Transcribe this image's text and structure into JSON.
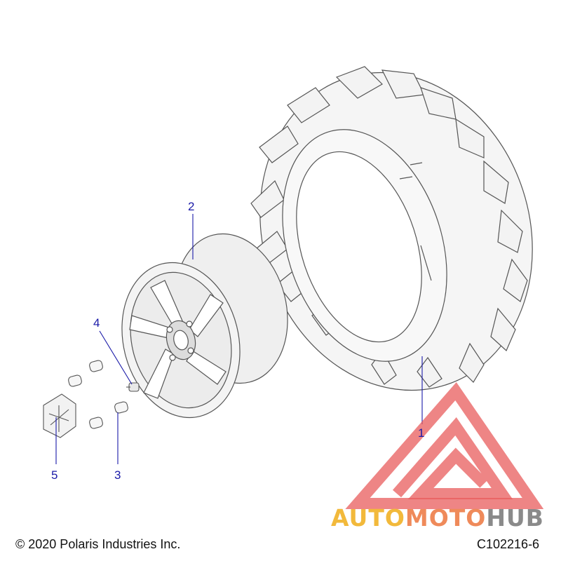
{
  "callouts": {
    "tire": "1",
    "wheel": "2",
    "lug_nut": "3",
    "valve_stem": "4",
    "center_cap": "5"
  },
  "footer": {
    "copyright": "© 2020 Polaris Industries Inc.",
    "diagram_code": "C102216-6"
  },
  "watermark": {
    "part1": "AUTO",
    "part2": "MOTO",
    "part3": "HUB",
    "colors": {
      "logo": "#e85c5c",
      "auto": "#f2b93b",
      "moto": "#ef8a5a",
      "hub": "#8a8a8a"
    }
  },
  "colors": {
    "line": "#555555",
    "fill": "#f2f2f2",
    "callout": "#1a1aa8"
  }
}
